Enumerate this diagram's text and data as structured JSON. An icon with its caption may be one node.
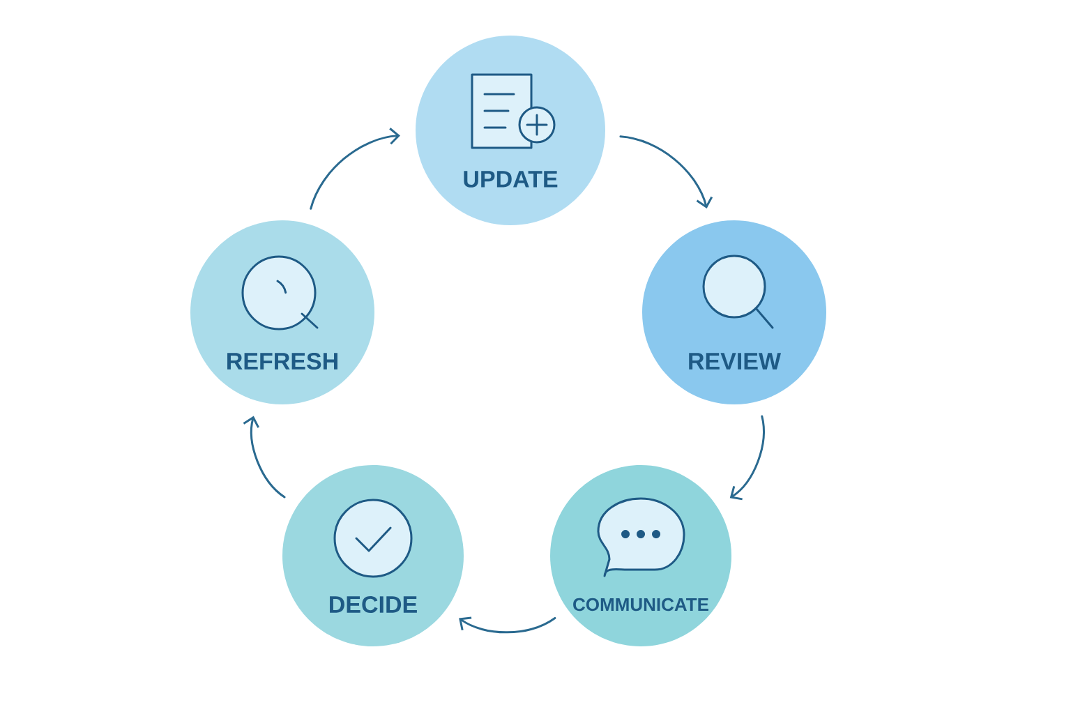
{
  "diagram": {
    "nodes": [
      {
        "text": [
          "UPDATE"
        ]
      },
      {
        "text": [
          "REVIEW"
        ]
      },
      {
        "text": [
          "COMMUNICATE"
        ]
      },
      {
        "text": [
          "DECIDE"
        ]
      },
      {
        "text": [
          "REFRESH"
        ]
      }
    ],
    "edges": [
      {
        "from": 0,
        "to": 1,
        "arrow": "to"
      },
      {
        "from": 1,
        "to": 2,
        "arrow": "to"
      },
      {
        "from": 2,
        "to": 3,
        "arrow": "to"
      },
      {
        "from": 3,
        "to": 4,
        "arrow": "to"
      },
      {
        "from": 4,
        "to": 0,
        "arrow": "to"
      }
    ]
  }
}
